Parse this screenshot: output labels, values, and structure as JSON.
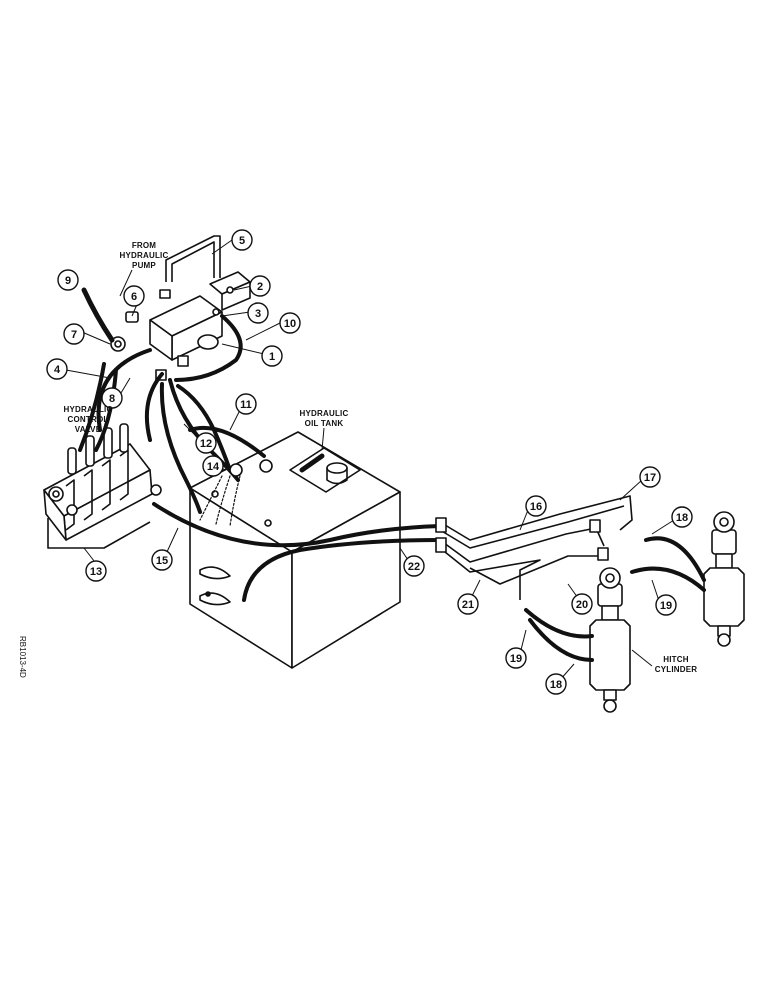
{
  "labels": {
    "from_pump": [
      "FROM",
      "HYDRAULIC",
      "PUMP"
    ],
    "control_valve": [
      "HYDRAULIC",
      "CONTROL",
      "VALVE"
    ],
    "oil_tank": [
      "HYDRAULIC",
      "OIL TANK"
    ],
    "hitch_cylinder": [
      "HITCH",
      "CYLINDER"
    ]
  },
  "callouts": [
    "1",
    "2",
    "3",
    "4",
    "5",
    "6",
    "7",
    "8",
    "9",
    "10",
    "11",
    "12",
    "13",
    "14",
    "15",
    "16",
    "17",
    "18",
    "19",
    "20",
    "21",
    "22",
    "18",
    "19"
  ],
  "figure_code": "RB1013-4D",
  "colors": {
    "ink": "#111111",
    "paper": "#ffffff"
  }
}
